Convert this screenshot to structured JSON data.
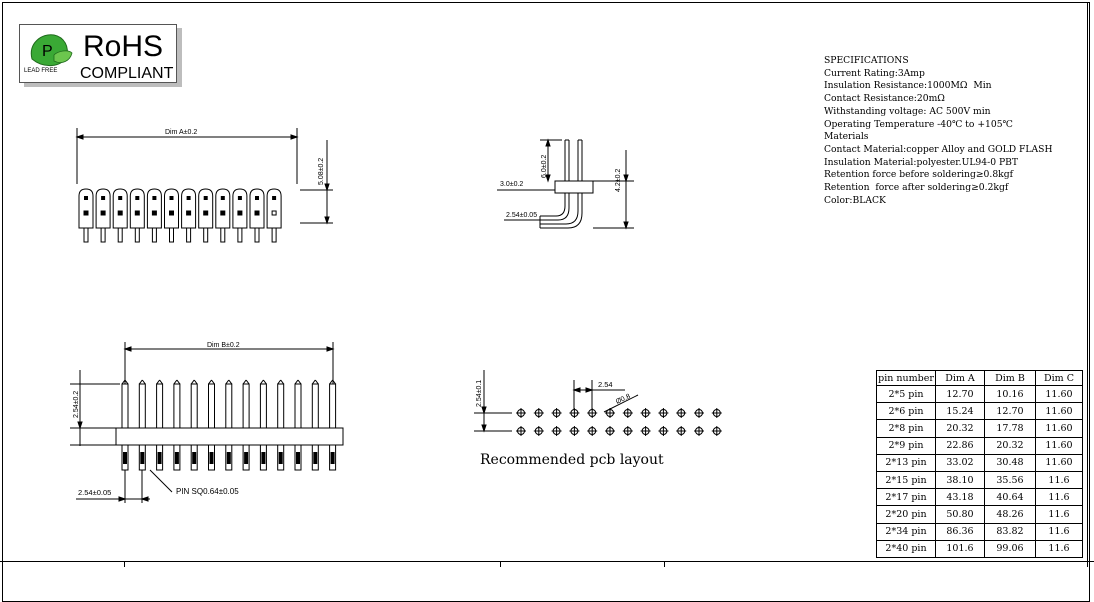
{
  "logo": {
    "title": "RoHS",
    "subtitle": "COMPLIANT",
    "badge_letter": "P",
    "badge_text": "LEAD FREE",
    "badge_color": "#3aa935"
  },
  "specifications": {
    "heading": "SPECIFICATIONS",
    "lines": [
      "Current Rating:3Amp",
      "Insulation Resistance:1000MΩ  Min",
      "Contact Resistance:20mΩ",
      "Withstanding voltage: AC 500V min",
      "Operating Temperature -40℃ to +105℃",
      "Materials",
      "Contact Material:copper Alloy and GOLD FLASH",
      "Insulation Material:polyester.UL94-0 PBT",
      "Retention force before soldering≥0.8kgf",
      "Retention  force after soldering≥0.2kgf",
      "Color:BLACK"
    ]
  },
  "dimensions": {
    "dim_a": "Dim   A±0.2",
    "dim_b": "Dim   B±0.2",
    "height_508": "5.08±0.2",
    "side_60": "6.0±0.2",
    "side_30": "3.0±0.2",
    "side_42": "4.2±0.2",
    "side_254": "2.54±0.05",
    "bottom_254": "2.54±0.2",
    "bottom_pitch": "2.54±0.05",
    "pin_note": "PIN SQ0.64±0.05",
    "pcb_pitch_v": "2.54±0.1",
    "pcb_pitch_h": "2.54",
    "pcb_hole": "Ø0.8"
  },
  "pcb_caption": "Recommended pcb layout",
  "table": {
    "headers": [
      "pin number",
      "Dim A",
      "Dim B",
      "Dim C"
    ],
    "rows": [
      [
        "2*5 pin",
        "12.70",
        "10.16",
        "11.60"
      ],
      [
        "2*6 pin",
        "15.24",
        "12.70",
        "11.60"
      ],
      [
        "2*8 pin",
        "20.32",
        "17.78",
        "11.60"
      ],
      [
        "2*9 pin",
        "22.86",
        "20.32",
        "11.60"
      ],
      [
        "2*13 pin",
        "33.02",
        "30.48",
        "11.60"
      ],
      [
        "2*15 pin",
        "38.10",
        "35.56",
        "11.6"
      ],
      [
        "2*17 pin",
        "43.18",
        "40.64",
        "11.6"
      ],
      [
        "2*20 pin",
        "50.80",
        "48.26",
        "11.6"
      ],
      [
        "2*34 pin",
        "86.36",
        "83.82",
        "11.6"
      ],
      [
        "2*40 pin",
        "101.6",
        "99.06",
        "11.6"
      ]
    ]
  }
}
